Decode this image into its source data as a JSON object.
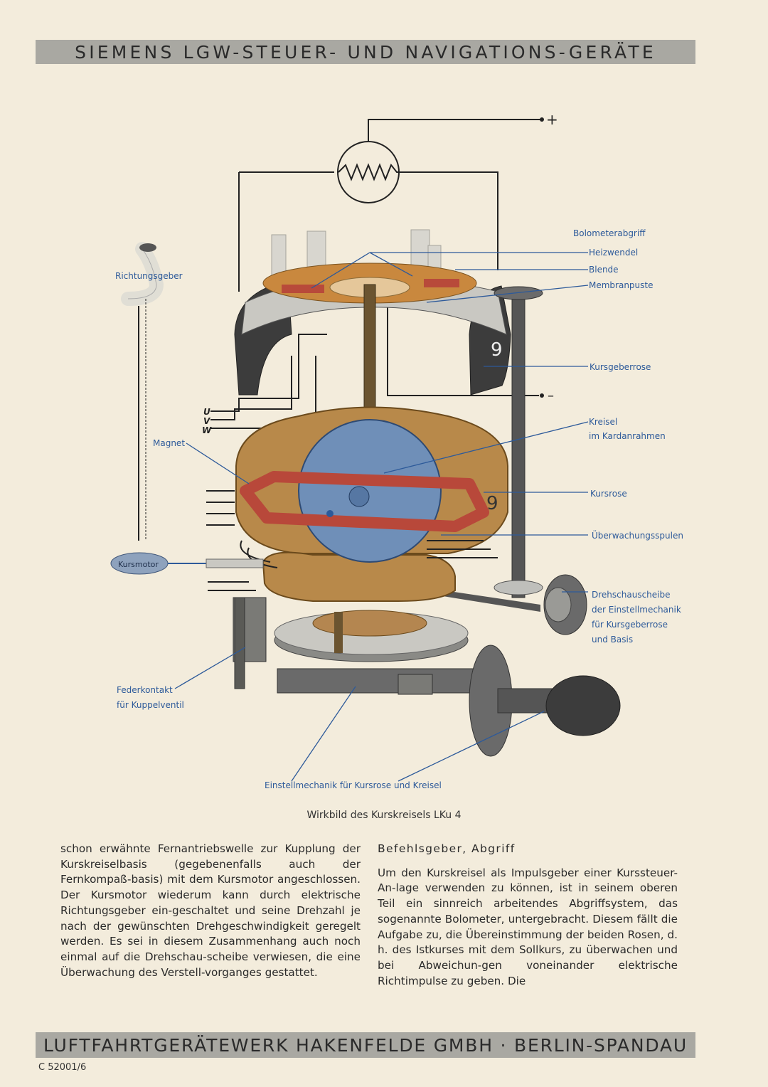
{
  "header": {
    "title": "SIEMENS LGW-STEUER- UND NAVIGATIONS-GERÄTE"
  },
  "diagram": {
    "plus_sign": "+",
    "minus_sign": "–",
    "phase_labels": [
      "U",
      "V",
      "W"
    ],
    "rose_digit": "9",
    "labels": {
      "bolometerabgriff": "Bolometerabgriff",
      "heizwendel": "Heizwendel",
      "blende": "Blende",
      "membranpuste": "Membranpuste",
      "kursgeberrose": "Kursgeberrose",
      "kreisel_1": "Kreisel",
      "kreisel_2": "im Kardanrahmen",
      "kursrose": "Kursrose",
      "ueberwachungsspulen": "Überwachungsspulen",
      "drehschau_1": "Drehschauscheibe",
      "drehschau_2": "der Einstellmechanik",
      "drehschau_3": "für Kursgeberrose",
      "drehschau_4": "und Basis",
      "richtungsgeber": "Richtungsgeber",
      "magnet": "Magnet",
      "kursmotor": "Kursmotor",
      "federkontakt_1": "Federkontakt",
      "federkontakt_2": "für Kuppelventil",
      "einstellmechanik": "Einstellmechanik für Kursrose und Kreisel"
    },
    "caption": "Wirkbild des Kurskreisels LKu 4"
  },
  "body": {
    "left_column": "schon erwähnte Fernantriebswelle zur Kupplung der Kurskreiselbasis (gegebenenfalls auch der Fernkompaß-basis) mit dem Kursmotor angeschlossen. Der Kursmotor wiederum kann durch elektrische Richtungsgeber ein-geschaltet und seine Drehzahl je nach der gewünschten Drehgeschwindigkeit geregelt werden. Es sei in diesem Zusammenhang auch noch einmal auf die Drehschau-scheibe verwiesen, die eine Überwachung des Verstell-vorganges gestattet.",
    "right_heading": "Befehlsgeber, Abgriff",
    "right_column": "Um den Kurskreisel als Impulsgeber einer Kurssteuer-An-lage verwenden zu können, ist in seinem oberen Teil ein sinnreich arbeitendes Abgriffsystem, das sogenannte Bolometer, untergebracht. Diesem fällt die Aufgabe zu, die Übereinstimmung der beiden Rosen, d. h. des Istkurses mit dem Sollkurs, zu überwachen und bei Abweichun-gen voneinander elektrische Richtimpulse zu geben. Die"
  },
  "footer": {
    "company": "LUFTFAHRTGERÄTEWERK HAKENFELDE GMBH · BERLIN-SPANDAU",
    "code": "C 52001/6"
  },
  "colors": {
    "paper": "#f3ecdc",
    "banner": "#a9a8a2",
    "label_blue": "#2d5a9a",
    "gimbal_brass": "#b8894a",
    "gyro_blue": "#6f8fb8",
    "red_frame": "#b8483a"
  }
}
